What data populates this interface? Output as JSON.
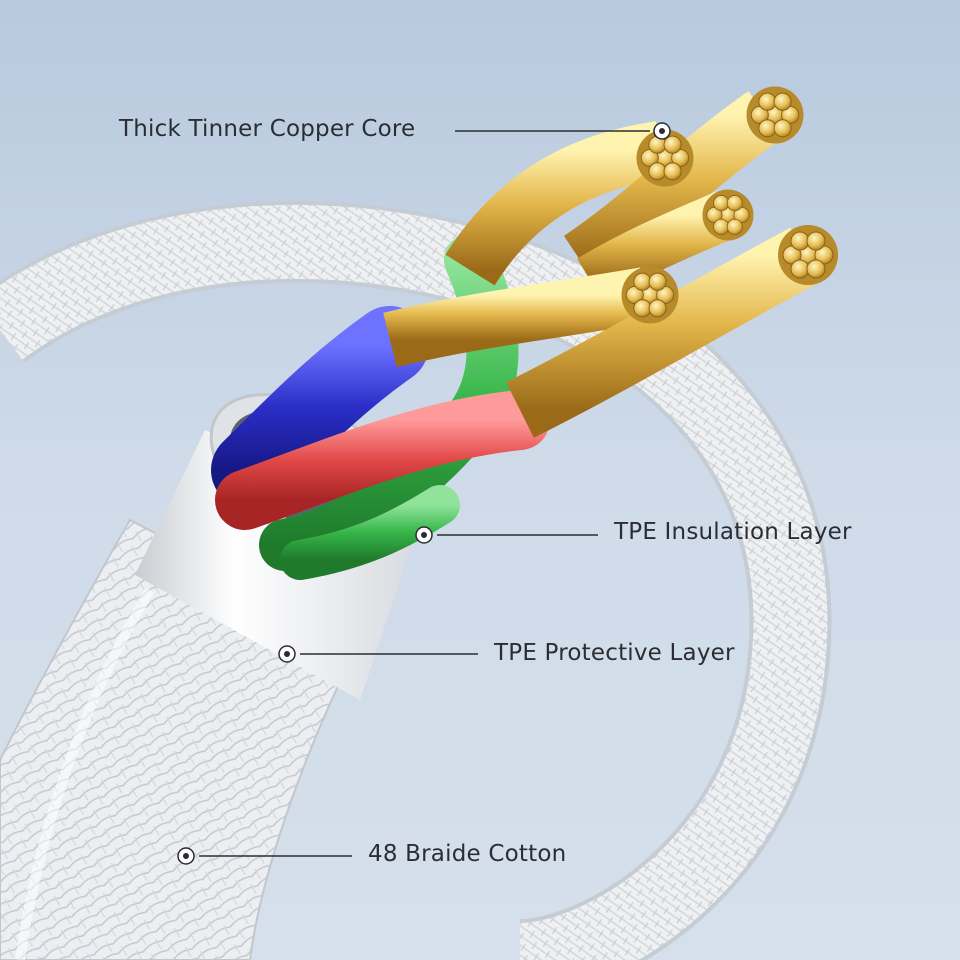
{
  "callouts": {
    "copper_core": "Thick Tinner Copper Core",
    "insulation": "TPE Insulation Layer",
    "protective": "TPE Protective Layer",
    "braid": "48 Braide Cotton"
  },
  "colors": {
    "background": "#c9d6e6",
    "copper": "#e1b84a",
    "wire_green": "#39b94a",
    "wire_blue": "#2b2fc4",
    "wire_red": "#e04646",
    "jacket": "#f2f3f5",
    "braid": "#e9ecef"
  },
  "icons": [
    "target-marker-icon"
  ]
}
